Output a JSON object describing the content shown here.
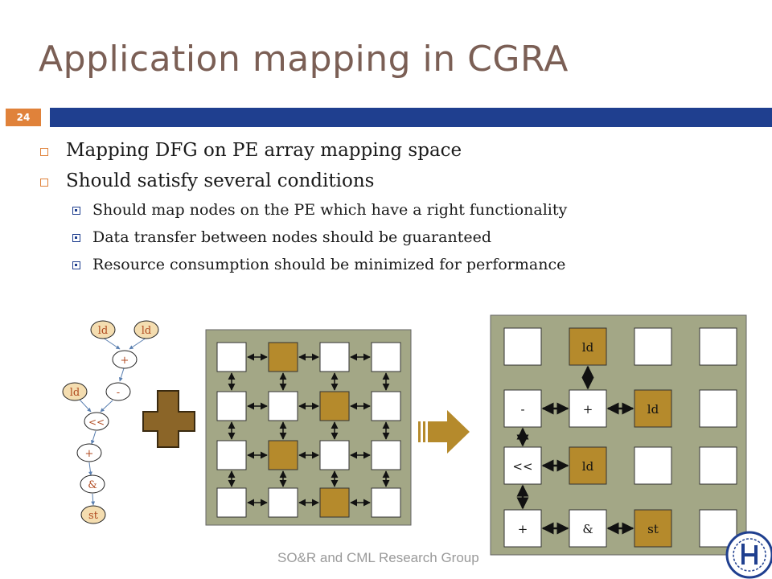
{
  "slide": {
    "title": "Application mapping in CGRA",
    "number": "24",
    "bullets": [
      "Mapping DFG on PE array mapping space",
      "Should satisfy several conditions"
    ],
    "sub_bullets": [
      "Should map nodes on the PE which have a right functionality",
      "Data transfer between nodes should be guaranteed",
      "Resource consumption should be minimized for performance"
    ],
    "footer": "SO&R and CML Research Group"
  },
  "dfg": {
    "nodes": {
      "ld1": "ld",
      "ld2": "ld",
      "plus1": "+",
      "ld3": "ld",
      "minus": "-",
      "shl": "<<",
      "plus2": "+",
      "and": "&",
      "st": "st"
    }
  },
  "mapped_grid": {
    "labels": [
      "",
      "ld",
      "",
      "",
      "-",
      "+",
      "ld",
      "",
      "<<",
      "ld",
      "",
      "",
      "+",
      "&",
      "st",
      ""
    ]
  },
  "colors": {
    "accent": "#e0823a",
    "bar": "#1f3f8f",
    "title": "#7b5f55",
    "array_bg": "#a3a786",
    "pe_gold": "#b58a2c",
    "cross": "#8b6528"
  }
}
